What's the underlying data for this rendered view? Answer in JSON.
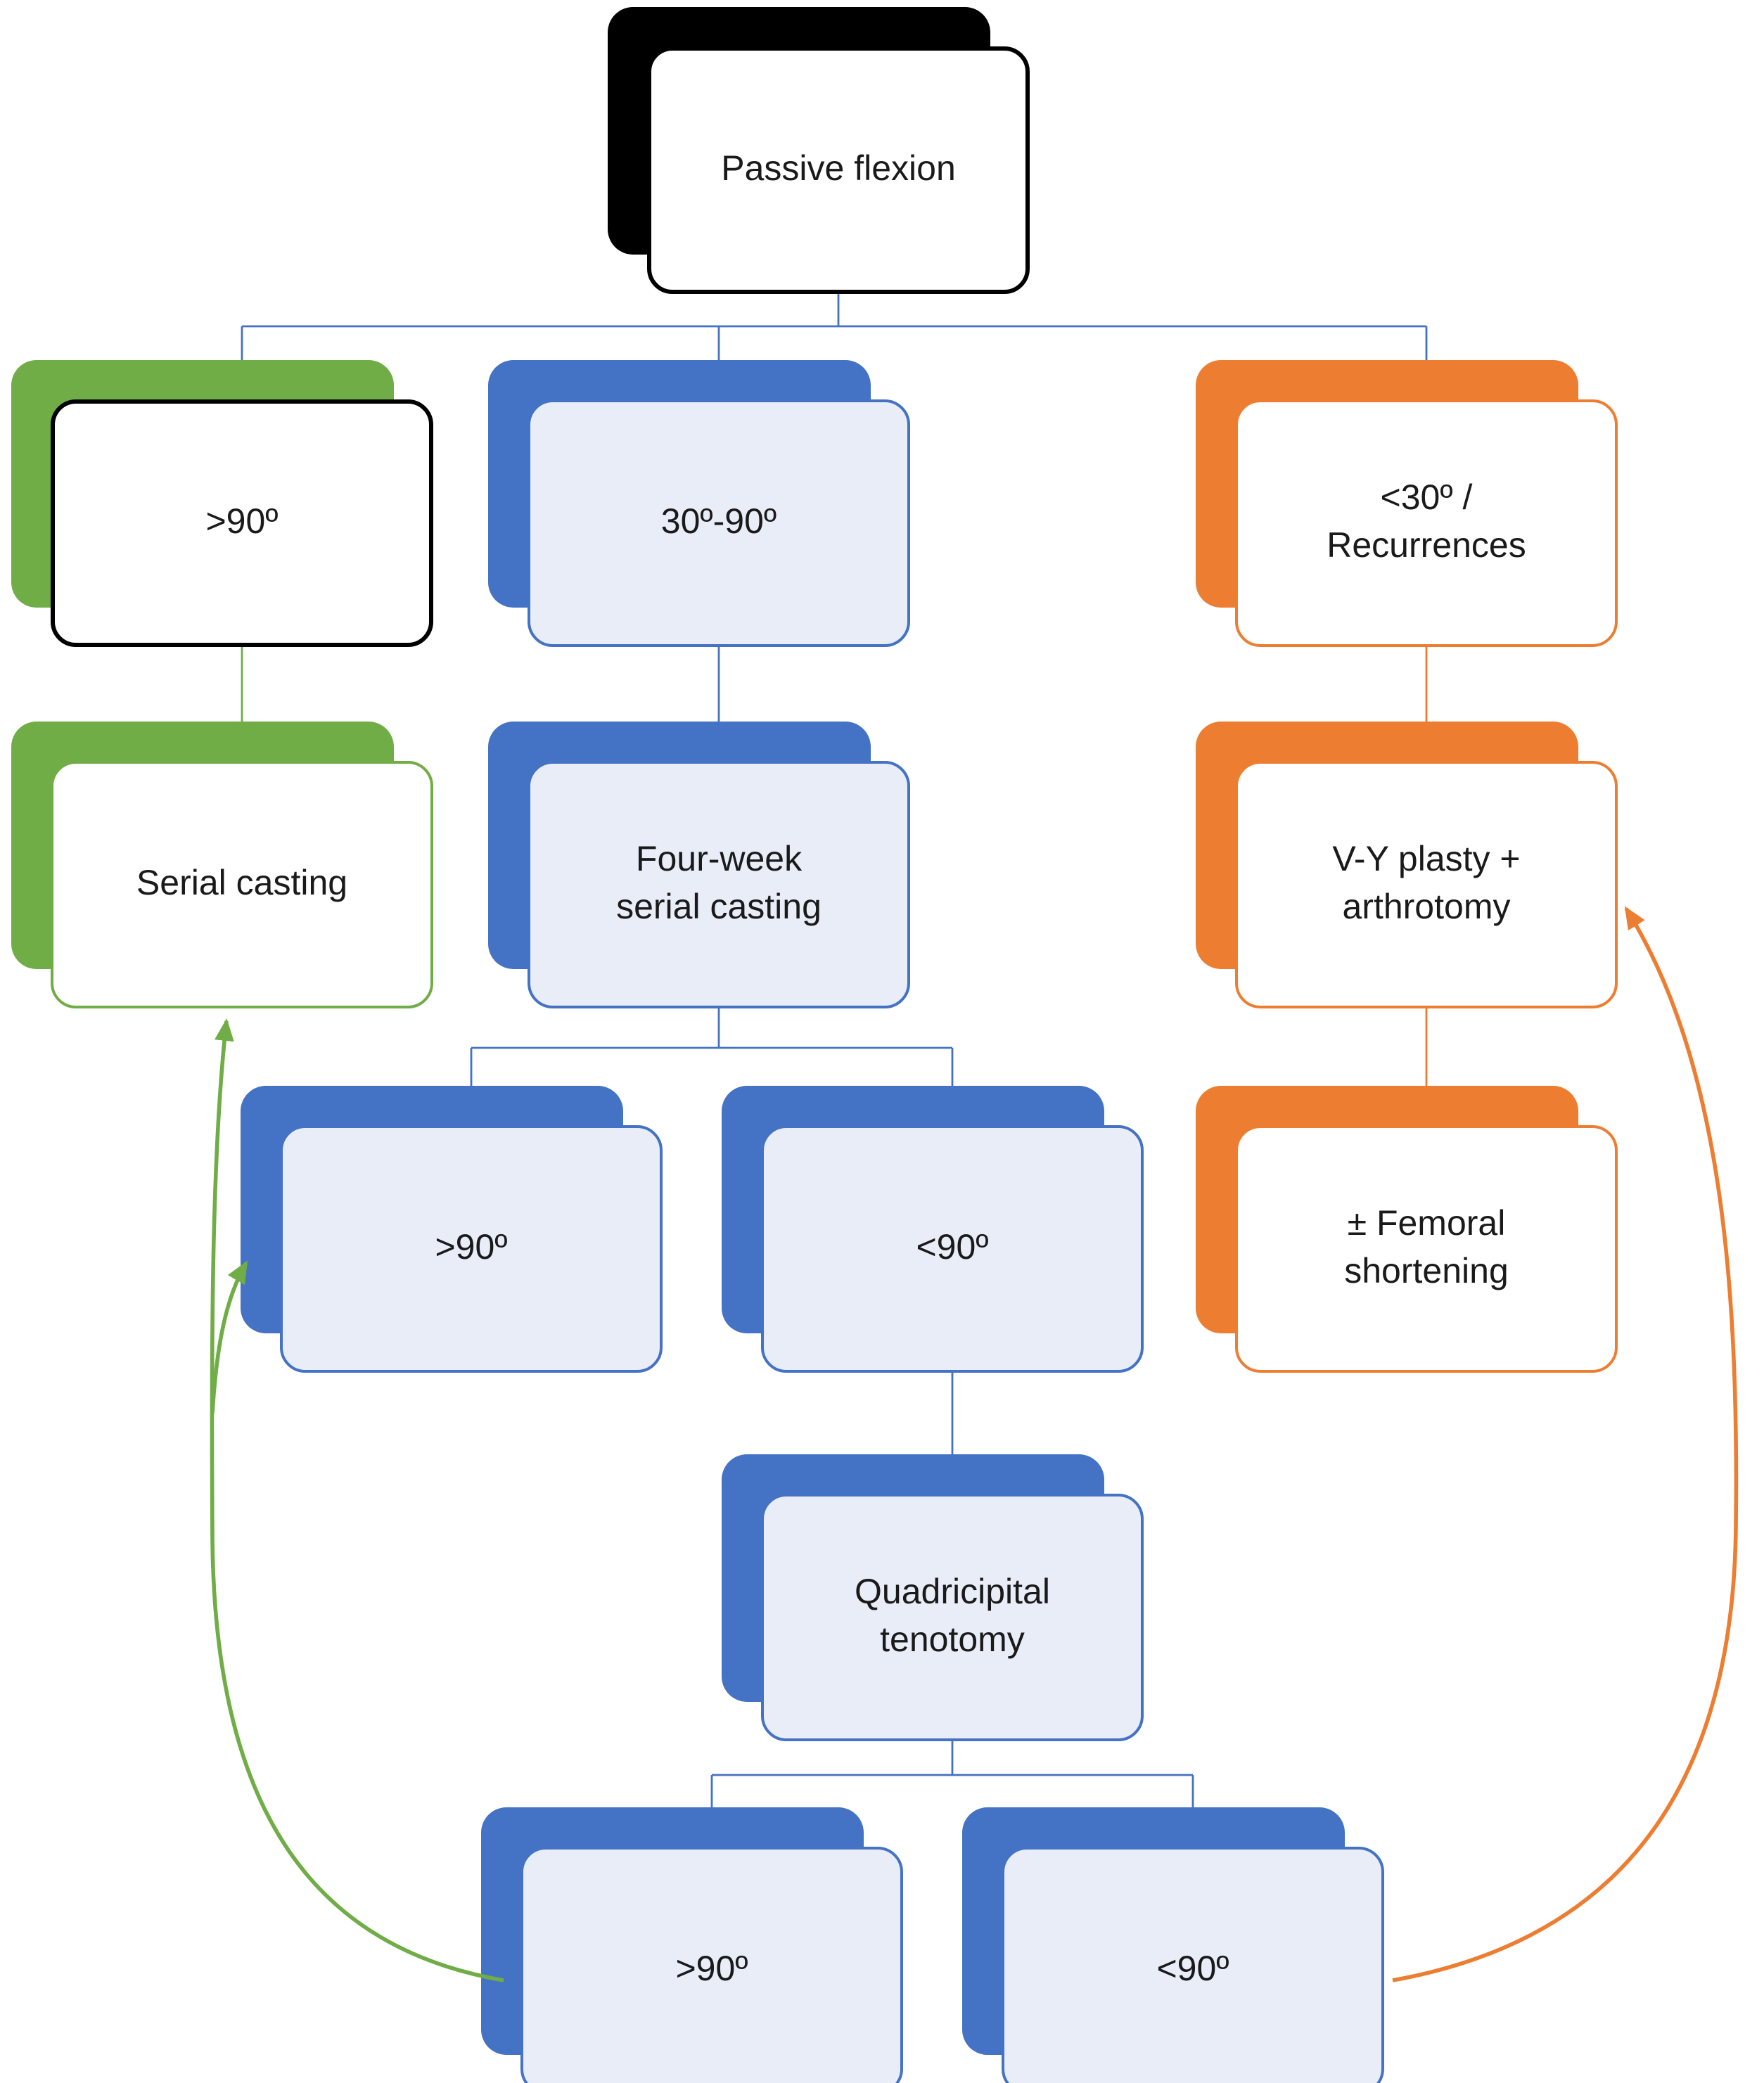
{
  "diagram": {
    "type": "flowchart",
    "colors": {
      "black": "#000000",
      "green": "#70AD47",
      "blue": "#4472C4",
      "blue_fill": "#E9EDF8",
      "orange": "#ED7D31",
      "text": "#1A1A1A",
      "background": "#FFFFFF"
    },
    "nodes": {
      "passive_flexion": {
        "label": "Passive flexion"
      },
      "gt90_initial": {
        "label": ">90º"
      },
      "range_30_90": {
        "label": "30º-90º"
      },
      "lt30_recurrences": {
        "label": "<30º /\nRecurrences"
      },
      "serial_casting": {
        "label": "Serial casting"
      },
      "four_week_casting": {
        "label": "Four-week\nserial casting"
      },
      "vy_plasty": {
        "label": "V-Y plasty +\narthrotomy"
      },
      "gt90_after_casting": {
        "label": ">90º"
      },
      "lt90_after_casting": {
        "label": "<90º"
      },
      "femoral_shortening": {
        "label": "± Femoral\nshortening"
      },
      "quadricipital_tenotomy": {
        "label": "Quadricipital\ntenotomy"
      },
      "gt90_after_tenotomy": {
        "label": ">90º"
      },
      "lt90_after_tenotomy": {
        "label": "<90º"
      }
    }
  }
}
